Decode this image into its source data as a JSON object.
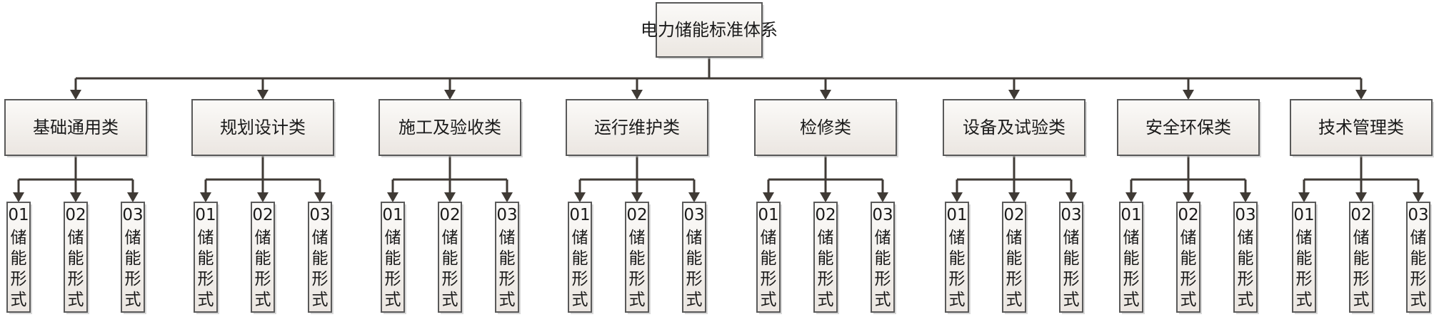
{
  "root": {
    "label": "电力储能标准体系"
  },
  "categories": [
    {
      "label": "基础通用类",
      "leaves": [
        {
          "num": "01",
          "chars": [
            "储",
            "能",
            "形",
            "式"
          ]
        },
        {
          "num": "02",
          "chars": [
            "储",
            "能",
            "形",
            "式"
          ]
        },
        {
          "num": "03",
          "chars": [
            "储",
            "能",
            "形",
            "式"
          ]
        }
      ]
    },
    {
      "label": "规划设计类",
      "leaves": [
        {
          "num": "01",
          "chars": [
            "储",
            "能",
            "形",
            "式"
          ]
        },
        {
          "num": "02",
          "chars": [
            "储",
            "能",
            "形",
            "式"
          ]
        },
        {
          "num": "03",
          "chars": [
            "储",
            "能",
            "形",
            "式"
          ]
        }
      ]
    },
    {
      "label": "施工及验收类",
      "leaves": [
        {
          "num": "01",
          "chars": [
            "储",
            "能",
            "形",
            "式"
          ]
        },
        {
          "num": "02",
          "chars": [
            "储",
            "能",
            "形",
            "式"
          ]
        },
        {
          "num": "03",
          "chars": [
            "储",
            "能",
            "形",
            "式"
          ]
        }
      ]
    },
    {
      "label": "运行维护类",
      "leaves": [
        {
          "num": "01",
          "chars": [
            "储",
            "能",
            "形",
            "式"
          ]
        },
        {
          "num": "02",
          "chars": [
            "储",
            "能",
            "形",
            "式"
          ]
        },
        {
          "num": "03",
          "chars": [
            "储",
            "能",
            "形",
            "式"
          ]
        }
      ]
    },
    {
      "label": "检修类",
      "leaves": [
        {
          "num": "01",
          "chars": [
            "储",
            "能",
            "形",
            "式"
          ]
        },
        {
          "num": "02",
          "chars": [
            "储",
            "能",
            "形",
            "式"
          ]
        },
        {
          "num": "03",
          "chars": [
            "储",
            "能",
            "形",
            "式"
          ]
        }
      ]
    },
    {
      "label": "设备及试验类",
      "leaves": [
        {
          "num": "01",
          "chars": [
            "储",
            "能",
            "形",
            "式"
          ]
        },
        {
          "num": "02",
          "chars": [
            "储",
            "能",
            "形",
            "式"
          ]
        },
        {
          "num": "03",
          "chars": [
            "储",
            "能",
            "形",
            "式"
          ]
        }
      ]
    },
    {
      "label": "安全环保类",
      "leaves": [
        {
          "num": "01",
          "chars": [
            "储",
            "能",
            "形",
            "式"
          ]
        },
        {
          "num": "02",
          "chars": [
            "储",
            "能",
            "形",
            "式"
          ]
        },
        {
          "num": "03",
          "chars": [
            "储",
            "能",
            "形",
            "式"
          ]
        }
      ]
    },
    {
      "label": "技术管理类",
      "leaves": [
        {
          "num": "01",
          "chars": [
            "储",
            "能",
            "形",
            "式"
          ]
        },
        {
          "num": "02",
          "chars": [
            "储",
            "能",
            "形",
            "式"
          ]
        },
        {
          "num": "03",
          "chars": [
            "储",
            "能",
            "形",
            "式"
          ]
        }
      ]
    }
  ]
}
